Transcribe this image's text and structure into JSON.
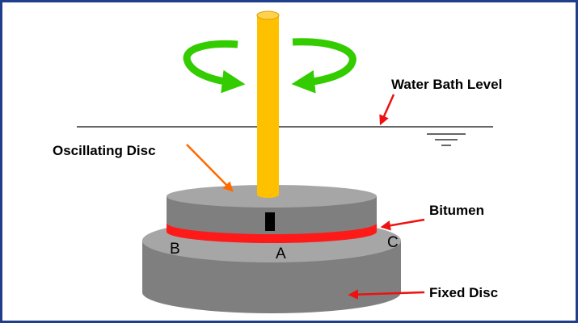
{
  "diagram": {
    "labels": {
      "water_bath_level": "Water Bath Level",
      "oscillating_disc": "Oscillating Disc",
      "bitumen": "Bitumen",
      "fixed_disc": "Fixed Disc"
    },
    "points": {
      "a": "A",
      "b": "B",
      "c": "C"
    }
  },
  "colors": {
    "frame": "#1f3e8c",
    "shaft": "#ffc000",
    "shaft_edge": "#d99a00",
    "rotation_arrow": "#33cc00",
    "pointer_red": "#ee1111",
    "pointer_orange": "#ff6a00",
    "bitumen": "#ff1a1a",
    "disc_top": "#a6a6a6",
    "disc_side": "#7f7f7f",
    "marker": "#000000"
  },
  "icons": {
    "water_level_symbol": "water-surface-ground-icon",
    "rotation": "rotation-arrows-icon"
  }
}
